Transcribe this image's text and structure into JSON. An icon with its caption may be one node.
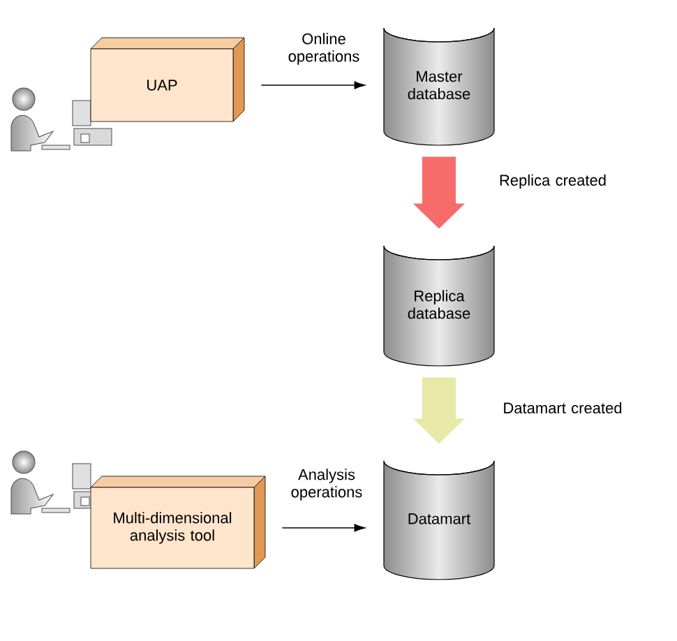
{
  "diagram": {
    "nodes": [
      {
        "text": [
          "UAP"
        ]
      },
      {
        "text": [
          "Master database"
        ]
      },
      {
        "text": [
          "Replica database"
        ]
      },
      {
        "text": [
          "Multi-dimensional analysis tool"
        ]
      },
      {
        "text": [
          "Datamart"
        ]
      }
    ],
    "edges": [
      {
        "from": 0,
        "to": 1,
        "arrow": "to",
        "label": "Online operations"
      },
      {
        "from": 1,
        "to": 2,
        "arrow": "to",
        "label": "Replica created",
        "style": "thick",
        "color": "#f76b6b"
      },
      {
        "from": 2,
        "to": 4,
        "arrow": "to",
        "label": "Datamart created",
        "style": "thick",
        "color": "#e8e8a8"
      },
      {
        "from": 3,
        "to": 4,
        "arrow": "to",
        "label": "Analysis operations"
      }
    ]
  }
}
